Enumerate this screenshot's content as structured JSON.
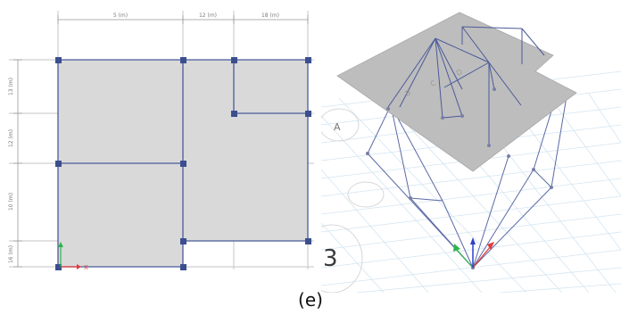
{
  "figure": {
    "caption": "(e)"
  },
  "plan_view": {
    "dims_top": [
      "5 (m)",
      "12 (m)",
      "18 (m)"
    ],
    "dims_left": [
      "13 (m)",
      "12 (m)",
      "10 (m)",
      "16 (m)"
    ],
    "axis_x_label": "X",
    "colors": {
      "slab": "#d9d9d9",
      "beam": "#4a5a9a",
      "column": "#3b4f8e",
      "grid": "#b8b8b8",
      "axis_x": "#e23b3b",
      "axis_y": "#2bb54b"
    }
  },
  "view_3d": {
    "grid_labels": [
      "A",
      "B",
      "C",
      "D"
    ],
    "big_glyph": "3",
    "colors": {
      "roof": "#bdbdbd",
      "member": "#4a5a9a",
      "floor_grid": "#cfe3f2",
      "axis_x": "#e23b3b",
      "axis_y": "#2bb54b",
      "axis_z": "#2d3fc9"
    }
  }
}
